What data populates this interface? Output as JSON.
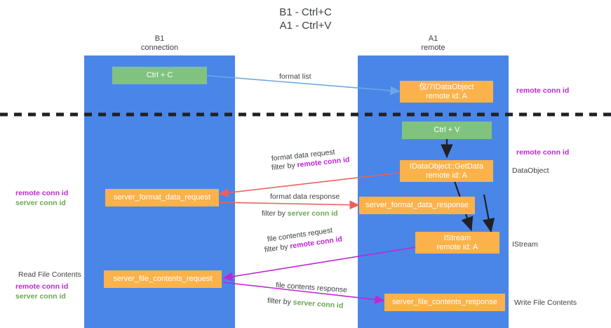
{
  "title": "B1 - Ctrl+C\nA1 - Ctrl+V",
  "columns": {
    "left": {
      "label": "B1\nconnection",
      "color": "#4a86e8"
    },
    "right": {
      "label": "A1\nremote",
      "color": "#4a86e8"
    }
  },
  "divider": {
    "name": "dashed-divider",
    "color": "#202124"
  },
  "nodes": {
    "ctrl_c": {
      "label": "Ctrl + C",
      "color": "#7fc37f"
    },
    "idataobject_remote": {
      "label": "仅/7IDataObject\nremote id: A",
      "color": "#fbb24a"
    },
    "ctrl_v": {
      "label": "Ctrl + V",
      "color": "#7fc37f"
    },
    "getdata": {
      "label": "IDataObject::GetData\nremote id: A",
      "color": "#fbb24a"
    },
    "server_format_data_request": {
      "label": "server_format_data_request",
      "color": "#fbb24a"
    },
    "server_format_data_response": {
      "label": "server_format_data_response",
      "color": "#fbb24a"
    },
    "istream": {
      "label": "IStream\nremote id: A",
      "color": "#fbb24a"
    },
    "server_file_contents_request": {
      "label": "server_file_contents_request",
      "color": "#fbb24a"
    },
    "server_file_contents_response": {
      "label": "server_file_contents_response",
      "color": "#fbb24a"
    }
  },
  "edges": {
    "format_list": {
      "label": "format list",
      "color": "#6aa8e8"
    },
    "format_data_request": {
      "label": "format data request",
      "color": "#e8625c"
    },
    "format_data_request_filter_prefix": {
      "label": "filter by ",
      "value": "remote conn id"
    },
    "format_data_response": {
      "label": "format data response",
      "color": "#e8625c"
    },
    "format_data_response_filter_prefix": {
      "label": "filter by ",
      "value": "server conn id"
    },
    "file_contents_request": {
      "label": "file contents request",
      "color": "#c026d3"
    },
    "file_contents_request_filter_prefix": {
      "label": "filter by ",
      "value": "remote conn id"
    },
    "file_contents_response": {
      "label": "file contents response",
      "color": "#c026d3"
    },
    "file_contents_response_filter_prefix": {
      "label": "filter by ",
      "value": "server conn id"
    }
  },
  "annotations": {
    "right_remote_conn_id_top": "remote conn id",
    "right_remote_conn_id_mid": "remote conn id",
    "right_dataobject": "DataObject",
    "right_istream": "IStream",
    "right_write_file_contents": "Write File Contents",
    "left_remote_conn_id": "remote conn id",
    "left_server_conn_id": "server conn id",
    "left_read_file_contents": "Read File Contents",
    "left_remote_conn_id_2": "remote conn id",
    "left_server_conn_id_2": "server conn id"
  },
  "colors": {
    "band": "#4a86e8",
    "green_node": "#7fc37f",
    "orange_node": "#fbb24a",
    "magenta": "#c026d3",
    "green_text": "#6aa84f",
    "red_arrow": "#e8625c",
    "blue_arrow": "#6aa8e8",
    "text": "#3c4043"
  }
}
